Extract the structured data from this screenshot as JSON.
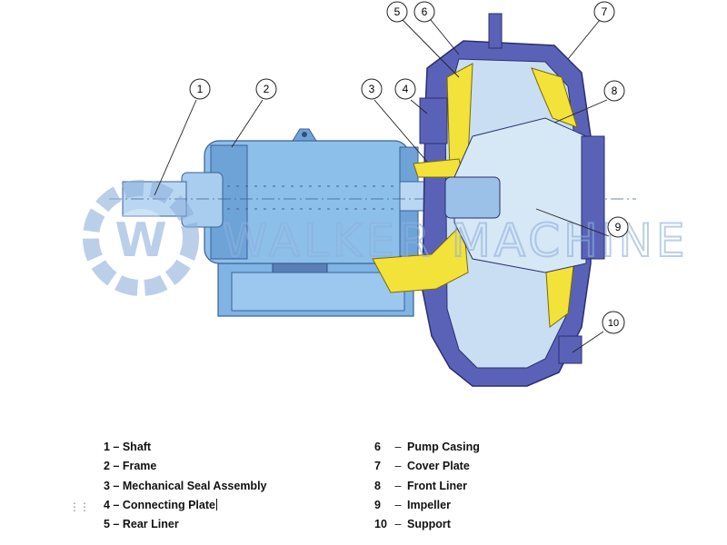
{
  "watermark": {
    "text": "WALKER MACHINE",
    "logo_letter": "W"
  },
  "callouts": [
    "1",
    "2",
    "3",
    "4",
    "5",
    "6",
    "7",
    "8",
    "9",
    "10"
  ],
  "legend_left": [
    {
      "text": "1 – Shaft"
    },
    {
      "text": "2 – Frame"
    },
    {
      "text": "3 – Mechanical Seal Assembly"
    },
    {
      "text": "4 – Connecting Plate"
    },
    {
      "text": "5 – Rear Liner"
    }
  ],
  "legend_right": [
    {
      "num": "6",
      "dash": "–",
      "label": "Pump Casing"
    },
    {
      "num": "7",
      "dash": "–",
      "label": "Cover Plate"
    },
    {
      "num": "8",
      "dash": "–",
      "label": "Front Liner"
    },
    {
      "num": "9",
      "dash": "–",
      "label": "Impeller"
    },
    {
      "num": "10",
      "dash": "–",
      "label": "Support"
    }
  ],
  "drag_handle": "⋮⋮",
  "colors": {
    "casing": "#5a62b8",
    "frame": "#7fb4e4",
    "frame_dark": "#4f86c2",
    "liner": "#f2e23a",
    "interior": "#c9def2",
    "watermark": "#8fb0dc"
  }
}
